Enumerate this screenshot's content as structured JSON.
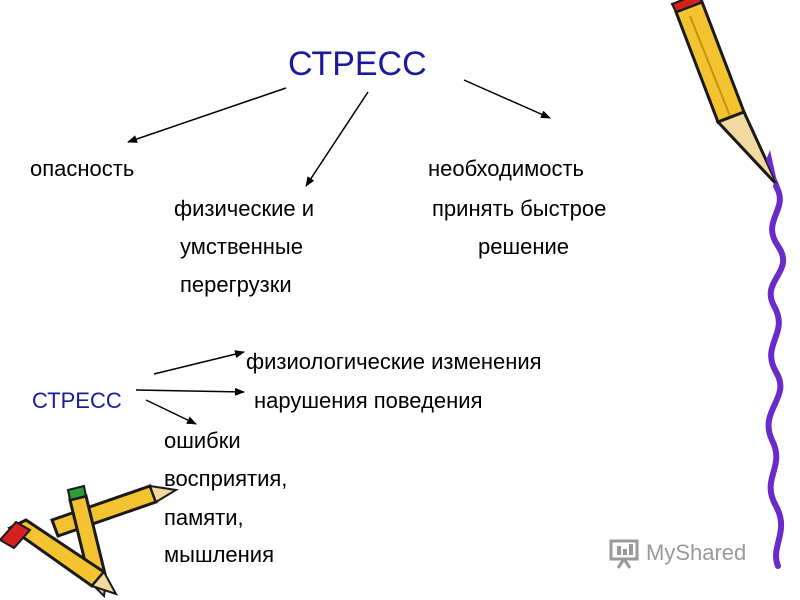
{
  "diagram": {
    "top_title": "СТРЕСС",
    "branch_left": "опасность",
    "branch_middle": [
      "физические и",
      "умственные",
      "перегрузки"
    ],
    "branch_right": [
      "необходимость",
      "принять быстрое",
      "решение"
    ],
    "bottom_source": "СТРЕСС",
    "effects": [
      "физиологические изменения",
      "нарушения поведения"
    ],
    "errors": [
      "ошибки",
      "восприятия,",
      "памяти,",
      "мышления"
    ]
  },
  "watermark": {
    "text": "MyShared"
  },
  "colors": {
    "title_blue": "#1a1aa0",
    "pencil_yellow": "#f4c430",
    "pencil_red": "#d42020",
    "squiggle_purple": "#6a2cc8"
  },
  "decorations": [
    "pencil-right",
    "purple-squiggle",
    "pencils-bottom-left"
  ]
}
